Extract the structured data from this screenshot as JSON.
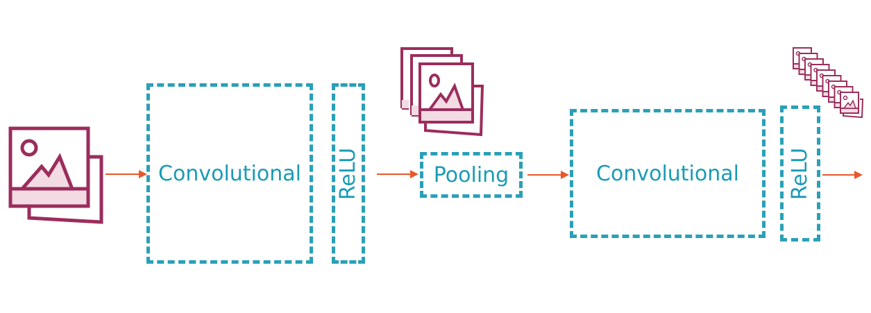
{
  "diagram": {
    "layers": [
      {
        "id": "conv1",
        "label": "Convolutional"
      },
      {
        "id": "relu1",
        "label": "ReLU"
      },
      {
        "id": "pool1",
        "label": "Pooling"
      },
      {
        "id": "conv2",
        "label": "Convolutional"
      },
      {
        "id": "relu2",
        "label": "ReLU"
      }
    ],
    "colors": {
      "layer_border": "#2aa0b8",
      "label_text": "#1a9bb5",
      "arrow": "#e8582a",
      "image_icon_stroke": "#9b2d5c",
      "image_icon_fill": "#f3dbe3"
    },
    "icons": [
      "input-image-icon",
      "feature-maps-stack-icon",
      "feature-maps-many-stack-icon"
    ]
  }
}
